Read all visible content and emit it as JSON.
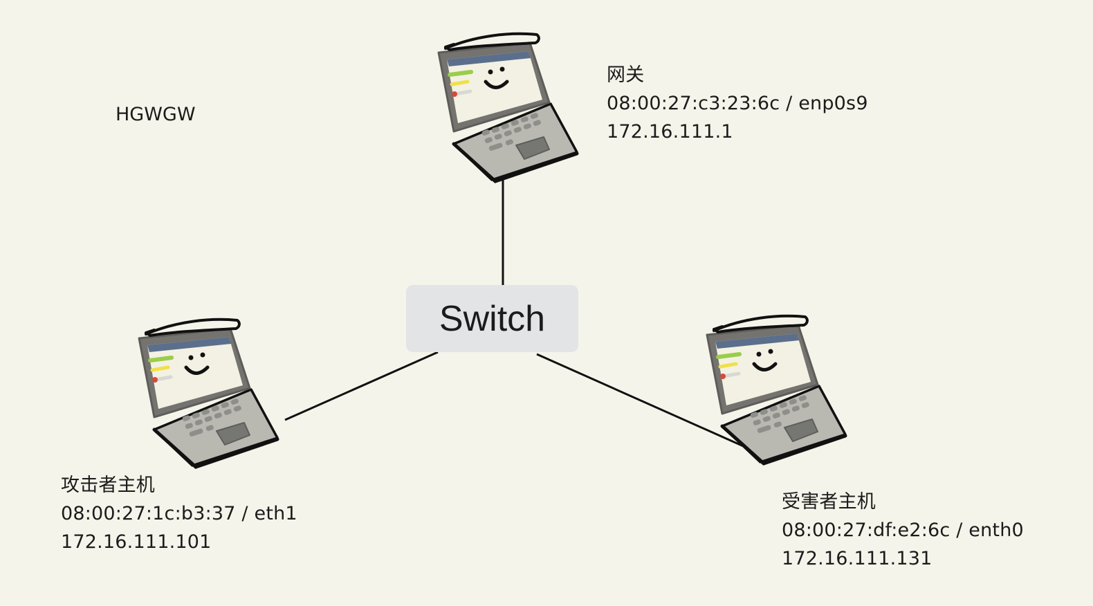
{
  "corner_label": "HGWGW",
  "switch_label": "Switch",
  "nodes": {
    "gateway": {
      "name": "网关",
      "mac_iface": "08:00:27:c3:23:6c / enp0s9",
      "ip": "172.16.111.1"
    },
    "attacker": {
      "name": "攻击者主机",
      "mac_iface": "08:00:27:1c:b3:37 / eth1",
      "ip": "172.16.111.101"
    },
    "victim": {
      "name": "受害者主机",
      "mac_iface": "08:00:27:df:e2:6c / enth0",
      "ip": "172.16.111.131"
    }
  },
  "colors": {
    "background": "#f5f4ea",
    "switch_fill": "#e3e4e6",
    "laptop_body": "#b9b9b2",
    "laptop_frame": "#74736f",
    "screen": "#f3f1e3",
    "screen_bar": "#5b6f8c",
    "key": "#8e8e8a",
    "line": "#111111"
  },
  "icons": [
    "laptop-icon",
    "smiley-face-icon"
  ]
}
